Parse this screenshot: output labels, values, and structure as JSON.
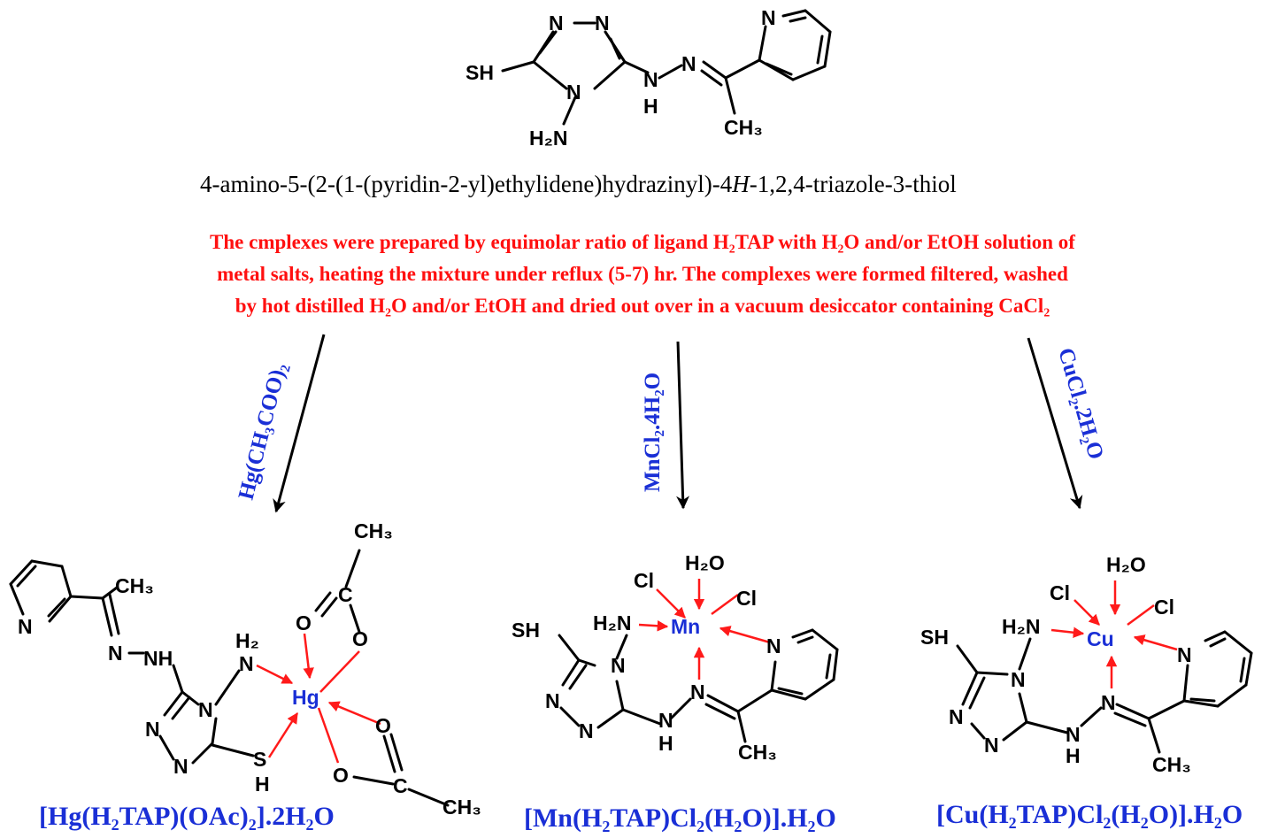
{
  "ligand": {
    "name_pre": "4-amino-5-(2-(1-(pyridin-2-yl)ethylidene)hydrazinyl)-4",
    "name_italic": "H",
    "name_post": "-1,2,4-triazole-3-thiol",
    "atoms": {
      "SH": "SH",
      "N": "N",
      "H": "H",
      "H2N": "H₂N",
      "CH3": "CH₃"
    }
  },
  "procedure": {
    "line1": "The cmplexes were prepared by equimolar ratio of ligand H₂TAP with H₂O and/or EtOH solution of",
    "line2": "metal salts, heating the mixture under reflux (5-7) hr. The complexes were formed filtered, washed",
    "line3": "by hot distilled H₂O and/or EtOH and dried out over in a vacuum desiccator containing CaCl₂",
    "color": "#ff1010"
  },
  "reagents": {
    "hg": "Hg(CH₃COO)₂",
    "mn": "MnCl₂.4H₂O",
    "cu": "CuCl₂.2H₂O",
    "color": "#1a2fd6"
  },
  "complexes": {
    "hg": {
      "formula": "[Hg(H₂TAP)(OAc)₂].2H₂O",
      "metal": "Hg",
      "atoms": {
        "N": "N",
        "O": "O",
        "C": "C",
        "S": "S",
        "H": "H",
        "NH": "NH",
        "H2": "H₂",
        "CH3": "CH₃"
      }
    },
    "mn": {
      "formula": "[Mn(H₂TAP)Cl₂(H₂O)].H₂O",
      "metal": "Mn",
      "atoms": {
        "Cl": "Cl",
        "H2O": "H₂O",
        "H2N": "H₂N",
        "SH": "SH",
        "N": "N",
        "H": "H",
        "CH3": "CH₃"
      }
    },
    "cu": {
      "formula": "[Cu(H₂TAP)Cl₂(H₂O)].H₂O",
      "metal": "Cu",
      "atoms": {
        "Cl": "Cl",
        "H2O": "H₂O",
        "H2N": "H₂N",
        "SH": "SH",
        "N": "N",
        "H": "H",
        "CH3": "CH₃"
      }
    }
  },
  "colors": {
    "metal": "#1a2fd6",
    "coordination_arrow": "#ff1a1a",
    "reaction_arrow": "#000000"
  }
}
